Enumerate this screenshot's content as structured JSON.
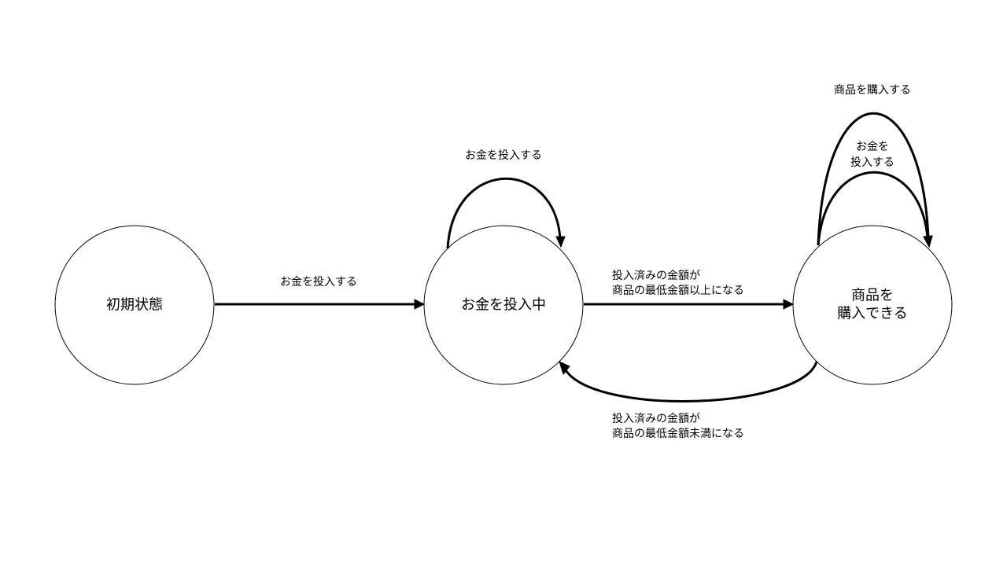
{
  "diagram": {
    "states": {
      "initial": {
        "label": "初期状態"
      },
      "inserting": {
        "label": "お金を投入中"
      },
      "purchasable": {
        "label_line1": "商品を",
        "label_line2": "購入できる"
      }
    },
    "transitions": {
      "initial_to_inserting": {
        "label": "お金を投入する"
      },
      "inserting_self_loop": {
        "label": "お金を投入する"
      },
      "inserting_to_purchasable": {
        "label_line1": "投入済みの金額が",
        "label_line2": "商品の最低金額以上になる"
      },
      "purchasable_to_inserting": {
        "label_line1": "投入済みの金額が",
        "label_line2": "商品の最低金額未満になる"
      },
      "purchasable_insert_loop": {
        "label_line1": "お金を",
        "label_line2": "投入する"
      },
      "purchasable_buy_loop": {
        "label": "商品を購入する"
      }
    },
    "colors": {
      "stroke": "#000000",
      "background": "#ffffff"
    }
  }
}
